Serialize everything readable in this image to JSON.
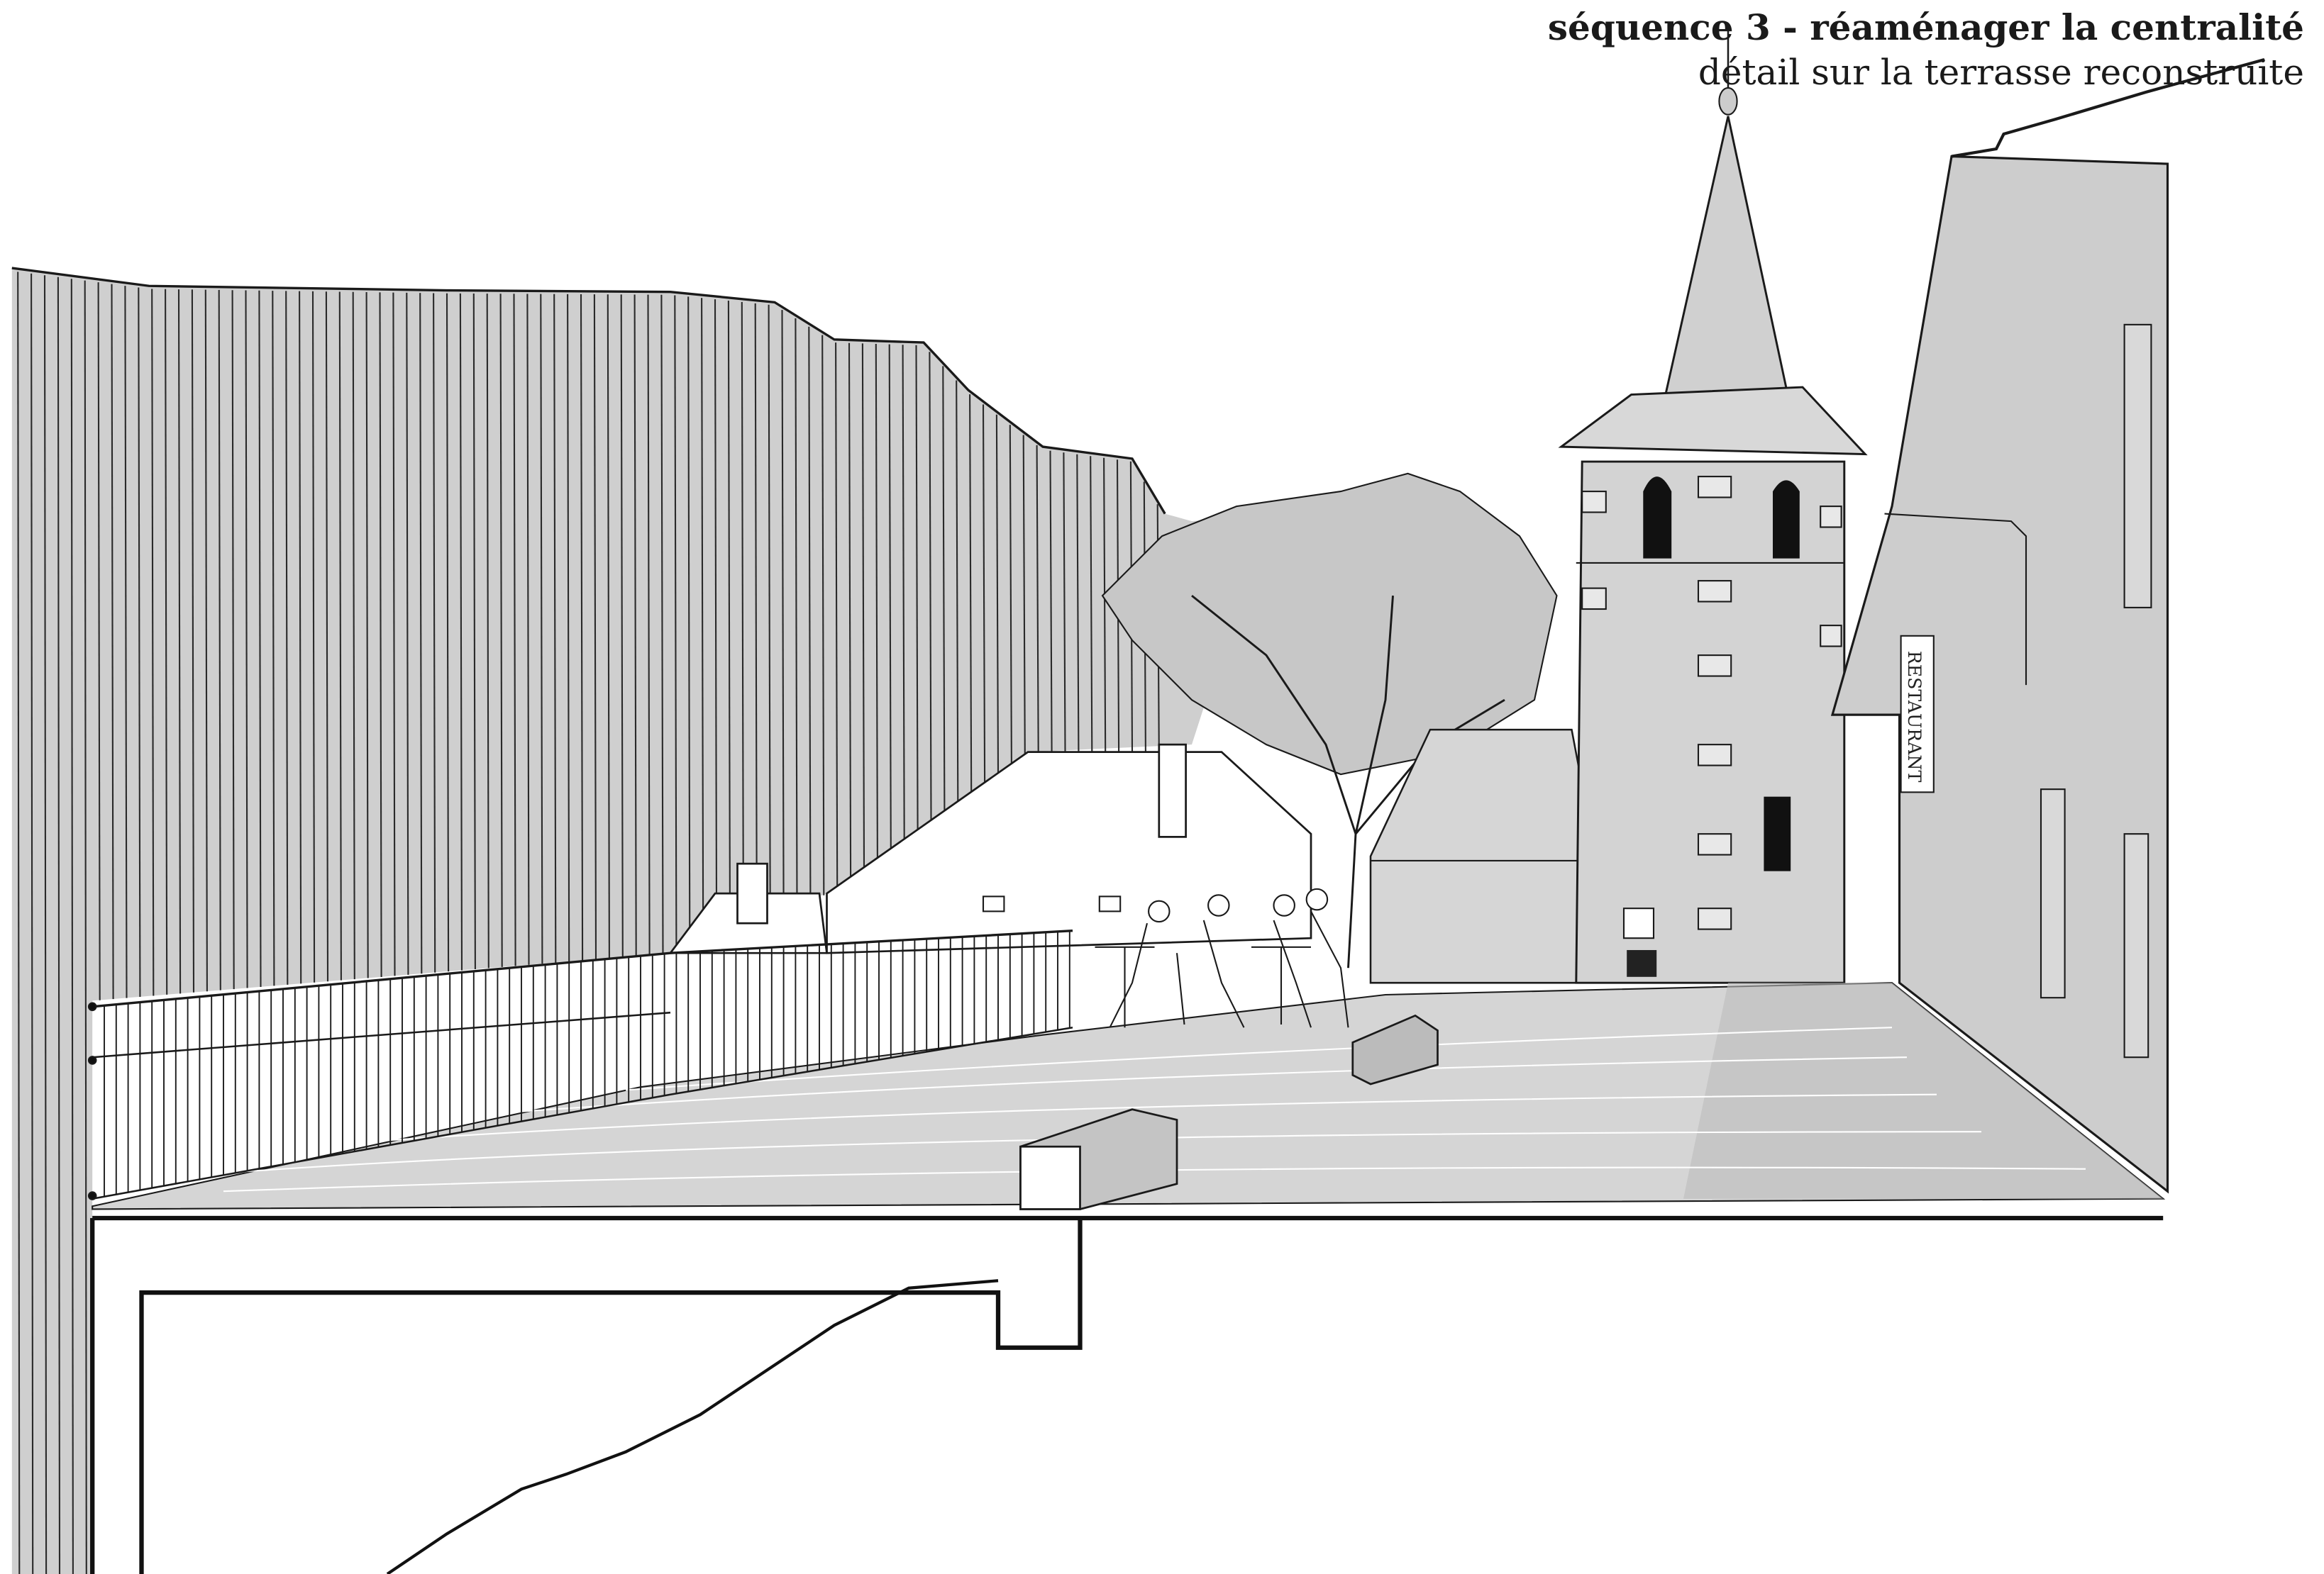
{
  "caption": {
    "title": "séquence 3 - réaménager la centralité",
    "subtitle": "détail sur la terrasse reconstruite"
  },
  "sign": {
    "text": "RESTAURANT"
  },
  "colors": {
    "ink": "#1a1a1a",
    "wash_dark": "#b9b9b9",
    "wash_mid": "#cfcfcf",
    "wash_light": "#e2e2e2"
  }
}
